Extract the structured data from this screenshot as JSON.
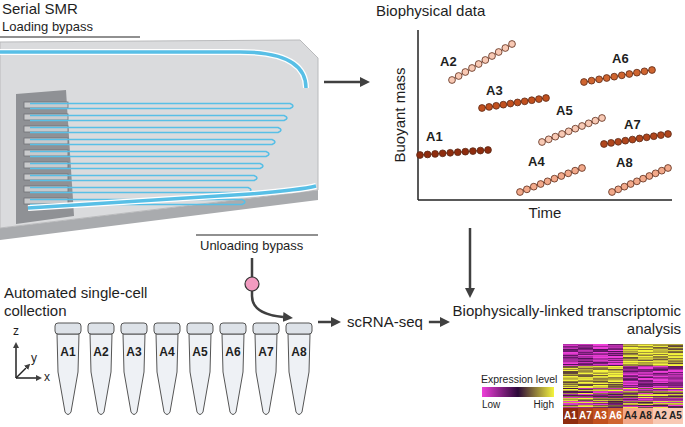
{
  "diagram": {
    "nodes": [
      {
        "text": [
          "Serial SMR"
        ]
      },
      {
        "text": [
          "Biophysical data"
        ]
      },
      {
        "text": [
          "Automated single-cell collection"
        ]
      },
      {
        "text": [
          "scRNA-seq"
        ]
      },
      {
        "text": [
          "Biophysically-linked transcriptomic analysis"
        ]
      }
    ],
    "edges": [
      {
        "from": 0,
        "to": 1,
        "arrow": "to"
      },
      {
        "from": 1,
        "to": 4,
        "arrow": "to"
      },
      {
        "from": 2,
        "to": 3,
        "arrow": "to"
      },
      {
        "from": 3,
        "to": 4,
        "arrow": "to"
      }
    ],
    "labels": [
      "Loading bypass",
      "Unloading bypass",
      "Buoyant mass",
      "Time",
      "A2",
      "A3",
      "A6",
      "A1",
      "A5",
      "A7",
      "A4",
      "A8",
      "A1",
      "A2",
      "A3",
      "A4",
      "A5",
      "A6",
      "A7",
      "A8",
      "z",
      "y",
      "x",
      "Expression level",
      "Low",
      "High",
      "A1",
      "A7",
      "A3",
      "A6",
      "A4",
      "A8",
      "A2",
      "A5"
    ]
  }
}
